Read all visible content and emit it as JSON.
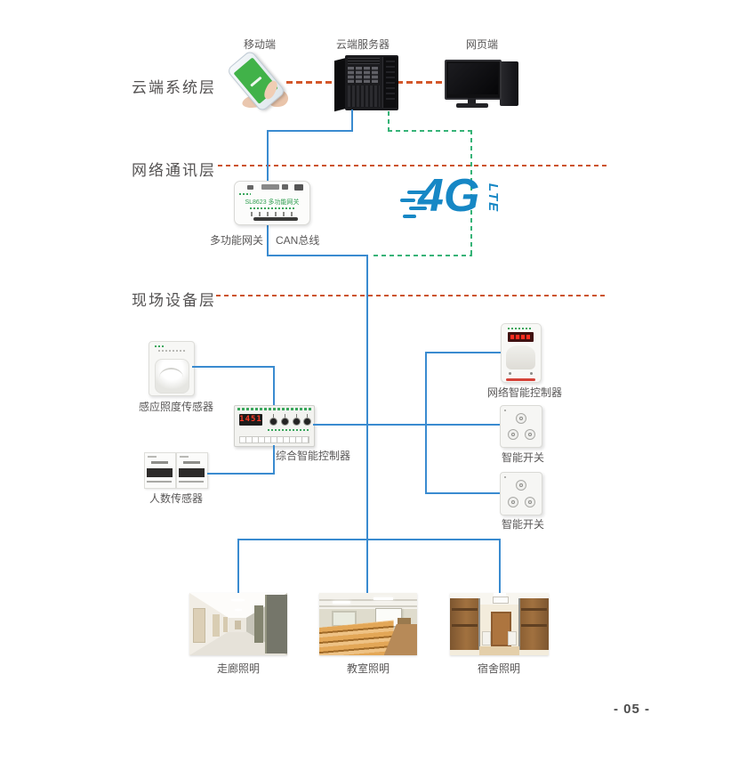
{
  "page": {
    "number": "- 05 -"
  },
  "colors": {
    "line_blue": "#3a8bd0",
    "dash_orange": "#cc5328",
    "dash_green": "#36b377",
    "logo_blue": "#1687c5",
    "text_gray": "#595757"
  },
  "layers": {
    "cloud": {
      "label": "云端系统层"
    },
    "network": {
      "label": "网络通讯层"
    },
    "field": {
      "label": "现场设备层"
    }
  },
  "cloud": {
    "mobile": {
      "label": "移动端"
    },
    "server": {
      "label": "云端服务器"
    },
    "web": {
      "label": "网页端"
    }
  },
  "network": {
    "gateway_label": "多功能网关",
    "bus_label": "CAN总线",
    "gateway_device_text": "SL8623 多功能网关",
    "logo_main": "4G",
    "logo_sub": "LTE"
  },
  "field": {
    "light_sensor": {
      "label": "感应照度传感器"
    },
    "people_sensor": {
      "label": "人数传感器"
    },
    "central_controller": {
      "label": "综合智能控制器",
      "display": "1451"
    },
    "network_controller": {
      "label": "网络智能控制器"
    },
    "smart_switch_1": {
      "label": "智能开关"
    },
    "smart_switch_2": {
      "label": "智能开关"
    }
  },
  "scenes": {
    "corridor": {
      "label": "走廊照明"
    },
    "classroom": {
      "label": "教室照明"
    },
    "dorm": {
      "label": "宿舍照明"
    }
  }
}
